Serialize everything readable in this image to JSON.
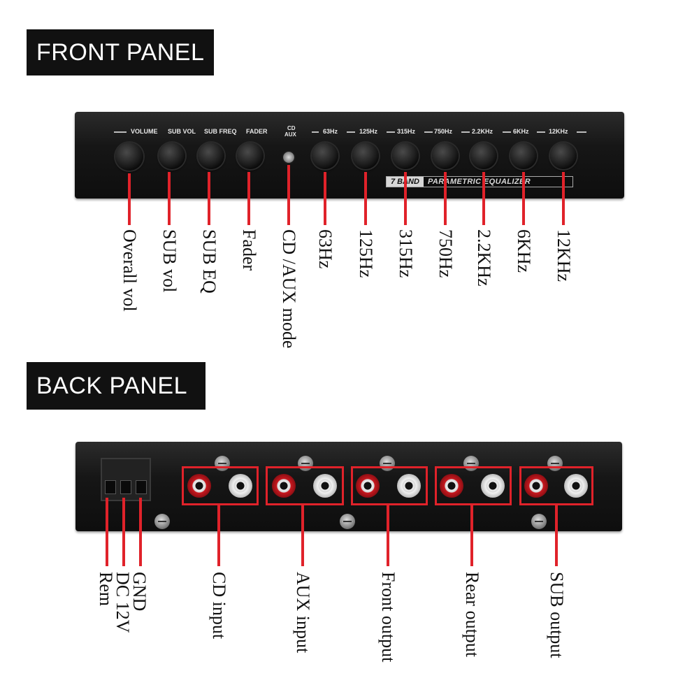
{
  "front_panel": {
    "heading": "FRONT PANEL",
    "strip_labels": [
      "VOLUME",
      "SUB VOL",
      "SUB FREQ",
      "FADER",
      "CD",
      "AUX",
      "63Hz",
      "125Hz",
      "315Hz",
      "750Hz",
      "2.2KHz",
      "6KHz",
      "12KHz"
    ],
    "brand": {
      "band": "7 BAND",
      "text": "PARAMETRIC EQUALIZER"
    },
    "callouts": [
      "Overall vol",
      "SUB vol",
      "SUB EQ",
      "Fader",
      "CD /AUX mode",
      "63Hz",
      "125Hz",
      "315Hz",
      "750Hz",
      "2.2KHz",
      "6KHz",
      "12KHz"
    ]
  },
  "back_panel": {
    "heading": "BACK PANEL",
    "callouts": [
      "Rem",
      "DC 12V",
      "GND",
      "CD input",
      "AUX input",
      "Front output",
      "Rear output",
      "SUB output"
    ]
  },
  "colors": {
    "callout_line": "#e0222a",
    "heading_bg": "#111111",
    "device_body": "#161616"
  }
}
